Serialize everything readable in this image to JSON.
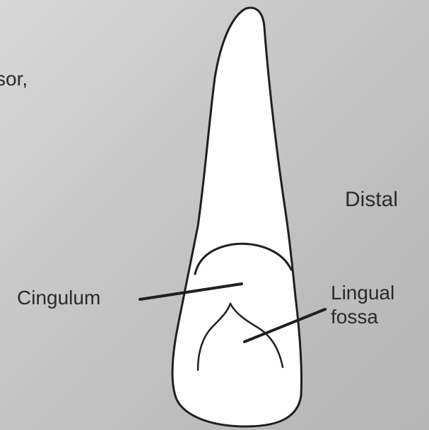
{
  "labels": {
    "fragment": "sor,",
    "distal": "Distal",
    "cingulum": "Cingulum",
    "lingual_fossa_line1": "Lingual",
    "lingual_fossa_line2": "fossa"
  },
  "colors": {
    "background": "#c4c4c4",
    "tooth_fill": "#ffffff",
    "outline": "#1f1f1f",
    "text": "#2a2a2a"
  }
}
